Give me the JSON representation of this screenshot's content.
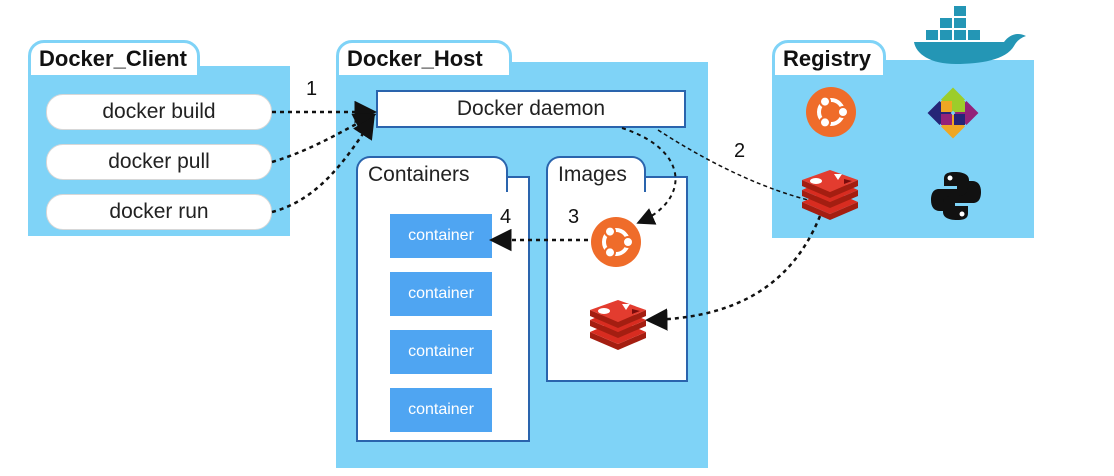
{
  "client": {
    "title": "Docker_Client",
    "commands": [
      "docker build",
      "docker pull",
      "docker run"
    ]
  },
  "host": {
    "title": "Docker_Host",
    "daemon_label": "Docker daemon",
    "containers_label": "Containers",
    "images_label": "Images",
    "container_items": [
      "container",
      "container",
      "container",
      "container"
    ]
  },
  "registry": {
    "title": "Registry"
  },
  "steps": [
    "1",
    "2",
    "3",
    "4"
  ],
  "icons": [
    "docker-whale-icon",
    "ubuntu-icon",
    "centos-icon",
    "redis-icon",
    "python-icon"
  ],
  "colors": {
    "panel": "#7fd3f7",
    "container": "#4fa5f2",
    "ubuntu": "#ef6c2a",
    "redis": "#d42b2b",
    "border": "#2a64ad"
  }
}
